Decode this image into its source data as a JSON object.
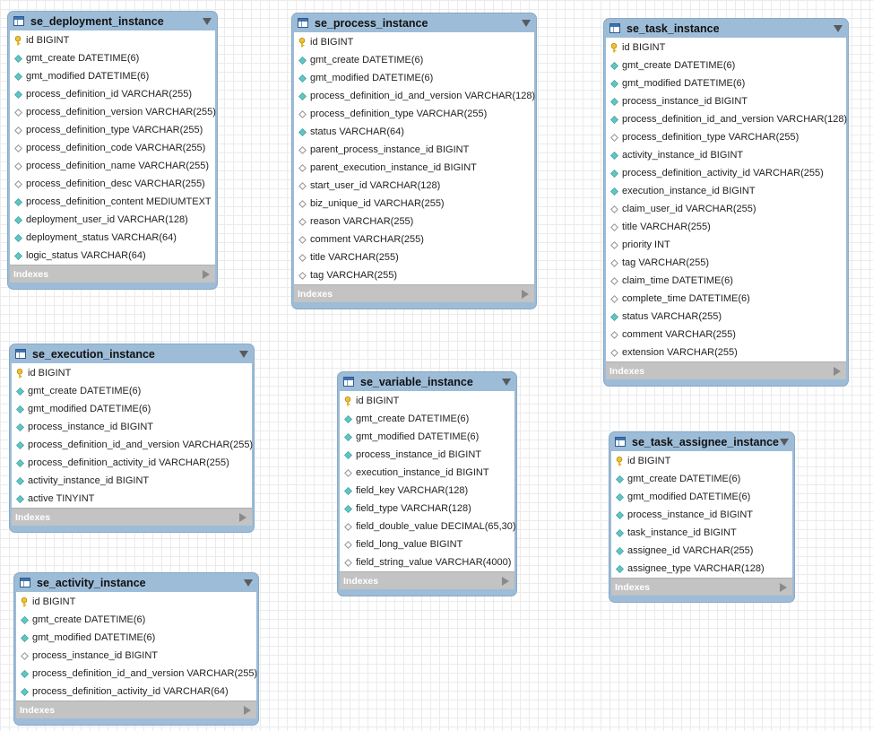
{
  "indexes_label": "Indexes",
  "tables": [
    {
      "name": "se_deployment_instance",
      "columns": [
        {
          "text": "id BIGINT",
          "kind": "key-icon"
        },
        {
          "text": "gmt_create DATETIME(6)",
          "kind": "filled-diamond-icon"
        },
        {
          "text": "gmt_modified DATETIME(6)",
          "kind": "filled-diamond-icon"
        },
        {
          "text": "process_definition_id VARCHAR(255)",
          "kind": "filled-diamond-icon"
        },
        {
          "text": "process_definition_version VARCHAR(255)",
          "kind": "hollow-diamond-icon"
        },
        {
          "text": "process_definition_type VARCHAR(255)",
          "kind": "hollow-diamond-icon"
        },
        {
          "text": "process_definition_code VARCHAR(255)",
          "kind": "hollow-diamond-icon"
        },
        {
          "text": "process_definition_name VARCHAR(255)",
          "kind": "hollow-diamond-icon"
        },
        {
          "text": "process_definition_desc VARCHAR(255)",
          "kind": "hollow-diamond-icon"
        },
        {
          "text": "process_definition_content MEDIUMTEXT",
          "kind": "filled-diamond-icon"
        },
        {
          "text": "deployment_user_id VARCHAR(128)",
          "kind": "filled-diamond-icon"
        },
        {
          "text": "deployment_status VARCHAR(64)",
          "kind": "filled-diamond-icon"
        },
        {
          "text": "logic_status VARCHAR(64)",
          "kind": "filled-diamond-icon"
        }
      ]
    },
    {
      "name": "se_process_instance",
      "columns": [
        {
          "text": "id BIGINT",
          "kind": "key-icon"
        },
        {
          "text": "gmt_create DATETIME(6)",
          "kind": "filled-diamond-icon"
        },
        {
          "text": "gmt_modified DATETIME(6)",
          "kind": "filled-diamond-icon"
        },
        {
          "text": "process_definition_id_and_version VARCHAR(128)",
          "kind": "filled-diamond-icon"
        },
        {
          "text": "process_definition_type VARCHAR(255)",
          "kind": "hollow-diamond-icon"
        },
        {
          "text": "status VARCHAR(64)",
          "kind": "filled-diamond-icon"
        },
        {
          "text": "parent_process_instance_id BIGINT",
          "kind": "hollow-diamond-icon"
        },
        {
          "text": "parent_execution_instance_id BIGINT",
          "kind": "hollow-diamond-icon"
        },
        {
          "text": "start_user_id VARCHAR(128)",
          "kind": "hollow-diamond-icon"
        },
        {
          "text": "biz_unique_id VARCHAR(255)",
          "kind": "hollow-diamond-icon"
        },
        {
          "text": "reason VARCHAR(255)",
          "kind": "hollow-diamond-icon"
        },
        {
          "text": "comment VARCHAR(255)",
          "kind": "hollow-diamond-icon"
        },
        {
          "text": "title VARCHAR(255)",
          "kind": "hollow-diamond-icon"
        },
        {
          "text": "tag VARCHAR(255)",
          "kind": "hollow-diamond-icon"
        }
      ]
    },
    {
      "name": "se_task_instance",
      "columns": [
        {
          "text": "id BIGINT",
          "kind": "key-icon"
        },
        {
          "text": "gmt_create DATETIME(6)",
          "kind": "filled-diamond-icon"
        },
        {
          "text": "gmt_modified DATETIME(6)",
          "kind": "filled-diamond-icon"
        },
        {
          "text": "process_instance_id BIGINT",
          "kind": "filled-diamond-icon"
        },
        {
          "text": "process_definition_id_and_version VARCHAR(128)",
          "kind": "filled-diamond-icon"
        },
        {
          "text": "process_definition_type VARCHAR(255)",
          "kind": "hollow-diamond-icon"
        },
        {
          "text": "activity_instance_id BIGINT",
          "kind": "filled-diamond-icon"
        },
        {
          "text": "process_definition_activity_id VARCHAR(255)",
          "kind": "filled-diamond-icon"
        },
        {
          "text": "execution_instance_id BIGINT",
          "kind": "filled-diamond-icon"
        },
        {
          "text": "claim_user_id VARCHAR(255)",
          "kind": "hollow-diamond-icon"
        },
        {
          "text": "title VARCHAR(255)",
          "kind": "hollow-diamond-icon"
        },
        {
          "text": "priority INT",
          "kind": "hollow-diamond-icon"
        },
        {
          "text": "tag VARCHAR(255)",
          "kind": "hollow-diamond-icon"
        },
        {
          "text": "claim_time DATETIME(6)",
          "kind": "hollow-diamond-icon"
        },
        {
          "text": "complete_time DATETIME(6)",
          "kind": "hollow-diamond-icon"
        },
        {
          "text": "status VARCHAR(255)",
          "kind": "filled-diamond-icon"
        },
        {
          "text": "comment VARCHAR(255)",
          "kind": "hollow-diamond-icon"
        },
        {
          "text": "extension VARCHAR(255)",
          "kind": "hollow-diamond-icon"
        }
      ]
    },
    {
      "name": "se_execution_instance",
      "columns": [
        {
          "text": "id BIGINT",
          "kind": "key-icon"
        },
        {
          "text": "gmt_create DATETIME(6)",
          "kind": "filled-diamond-icon"
        },
        {
          "text": "gmt_modified DATETIME(6)",
          "kind": "filled-diamond-icon"
        },
        {
          "text": "process_instance_id BIGINT",
          "kind": "filled-diamond-icon"
        },
        {
          "text": "process_definition_id_and_version VARCHAR(255)",
          "kind": "filled-diamond-icon"
        },
        {
          "text": "process_definition_activity_id VARCHAR(255)",
          "kind": "filled-diamond-icon"
        },
        {
          "text": "activity_instance_id BIGINT",
          "kind": "filled-diamond-icon"
        },
        {
          "text": "active TINYINT",
          "kind": "filled-diamond-icon"
        }
      ]
    },
    {
      "name": "se_variable_instance",
      "columns": [
        {
          "text": "id BIGINT",
          "kind": "key-icon"
        },
        {
          "text": "gmt_create DATETIME(6)",
          "kind": "filled-diamond-icon"
        },
        {
          "text": "gmt_modified DATETIME(6)",
          "kind": "filled-diamond-icon"
        },
        {
          "text": "process_instance_id BIGINT",
          "kind": "filled-diamond-icon"
        },
        {
          "text": "execution_instance_id BIGINT",
          "kind": "hollow-diamond-icon"
        },
        {
          "text": "field_key VARCHAR(128)",
          "kind": "filled-diamond-icon"
        },
        {
          "text": "field_type VARCHAR(128)",
          "kind": "filled-diamond-icon"
        },
        {
          "text": "field_double_value DECIMAL(65,30)",
          "kind": "hollow-diamond-icon"
        },
        {
          "text": "field_long_value BIGINT",
          "kind": "hollow-diamond-icon"
        },
        {
          "text": "field_string_value VARCHAR(4000)",
          "kind": "hollow-diamond-icon"
        }
      ]
    },
    {
      "name": "se_task_assignee_instance",
      "columns": [
        {
          "text": "id BIGINT",
          "kind": "key-icon"
        },
        {
          "text": "gmt_create DATETIME(6)",
          "kind": "filled-diamond-icon"
        },
        {
          "text": "gmt_modified DATETIME(6)",
          "kind": "filled-diamond-icon"
        },
        {
          "text": "process_instance_id BIGINT",
          "kind": "filled-diamond-icon"
        },
        {
          "text": "task_instance_id BIGINT",
          "kind": "filled-diamond-icon"
        },
        {
          "text": "assignee_id VARCHAR(255)",
          "kind": "filled-diamond-icon"
        },
        {
          "text": "assignee_type VARCHAR(128)",
          "kind": "filled-diamond-icon"
        }
      ]
    },
    {
      "name": "se_activity_instance",
      "columns": [
        {
          "text": "id BIGINT",
          "kind": "key-icon"
        },
        {
          "text": "gmt_create DATETIME(6)",
          "kind": "filled-diamond-icon"
        },
        {
          "text": "gmt_modified DATETIME(6)",
          "kind": "filled-diamond-icon"
        },
        {
          "text": "process_instance_id BIGINT",
          "kind": "hollow-diamond-icon"
        },
        {
          "text": "process_definition_id_and_version VARCHAR(255)",
          "kind": "filled-diamond-icon"
        },
        {
          "text": "process_definition_activity_id VARCHAR(64)",
          "kind": "filled-diamond-icon"
        }
      ]
    }
  ]
}
